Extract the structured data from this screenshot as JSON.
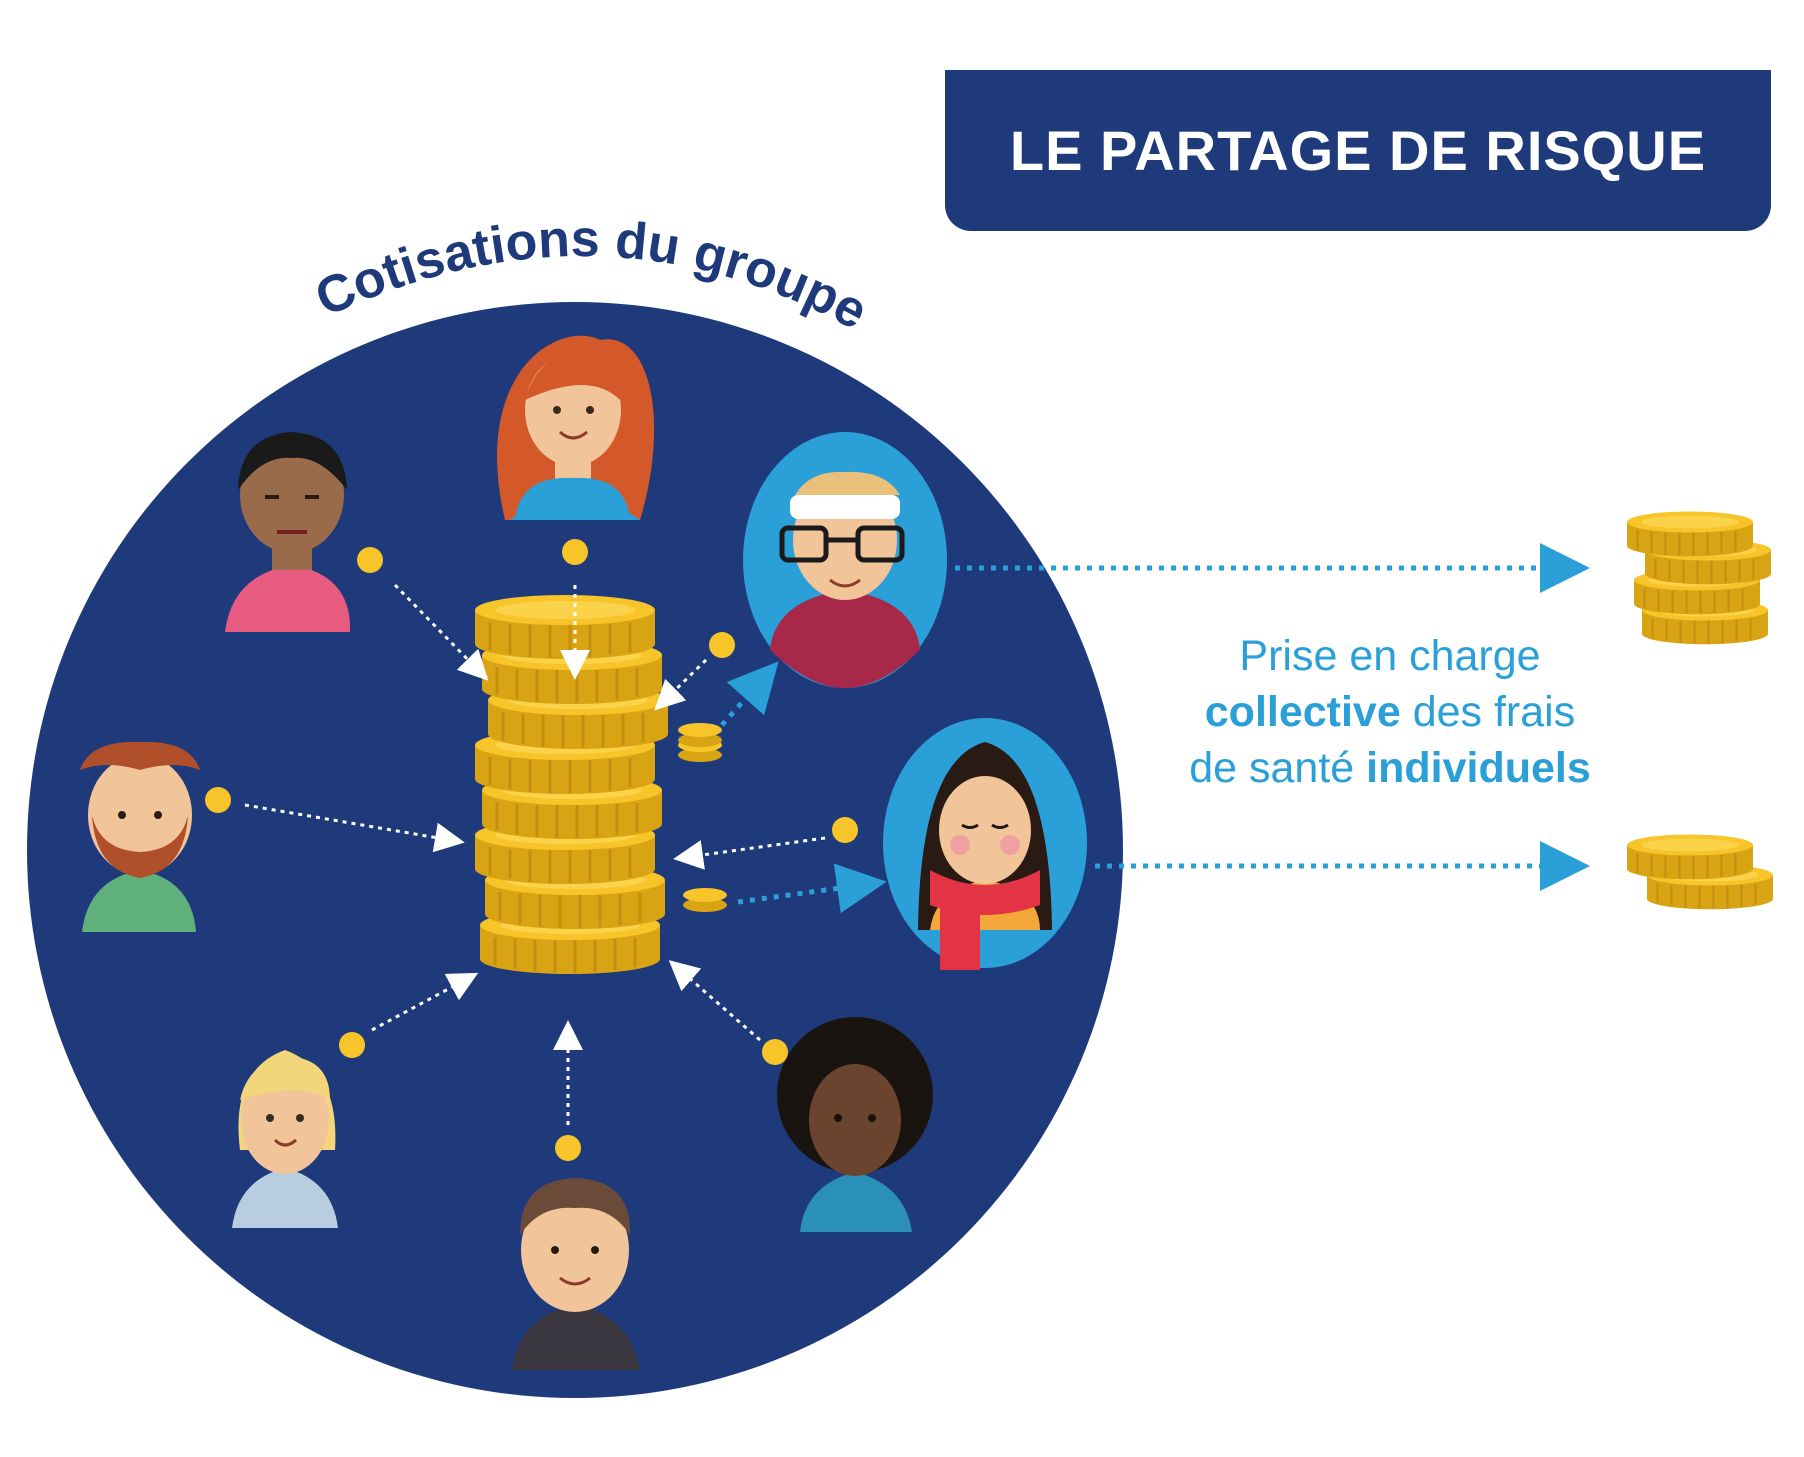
{
  "title": "LE PARTAGE DE RISQUE",
  "arc_label": "Cotisations du groupe",
  "caption": {
    "line1": "Prise en charge",
    "line2_bold": "collective",
    "line2_rest": " des frais",
    "line3_regular": "de santé ",
    "line3_bold": "individuels"
  },
  "colors": {
    "navy": "#1f3a7a",
    "accent_blue": "#2a9fd8",
    "coin_gold": "#f7c52a",
    "coin_dark": "#d9a414"
  }
}
